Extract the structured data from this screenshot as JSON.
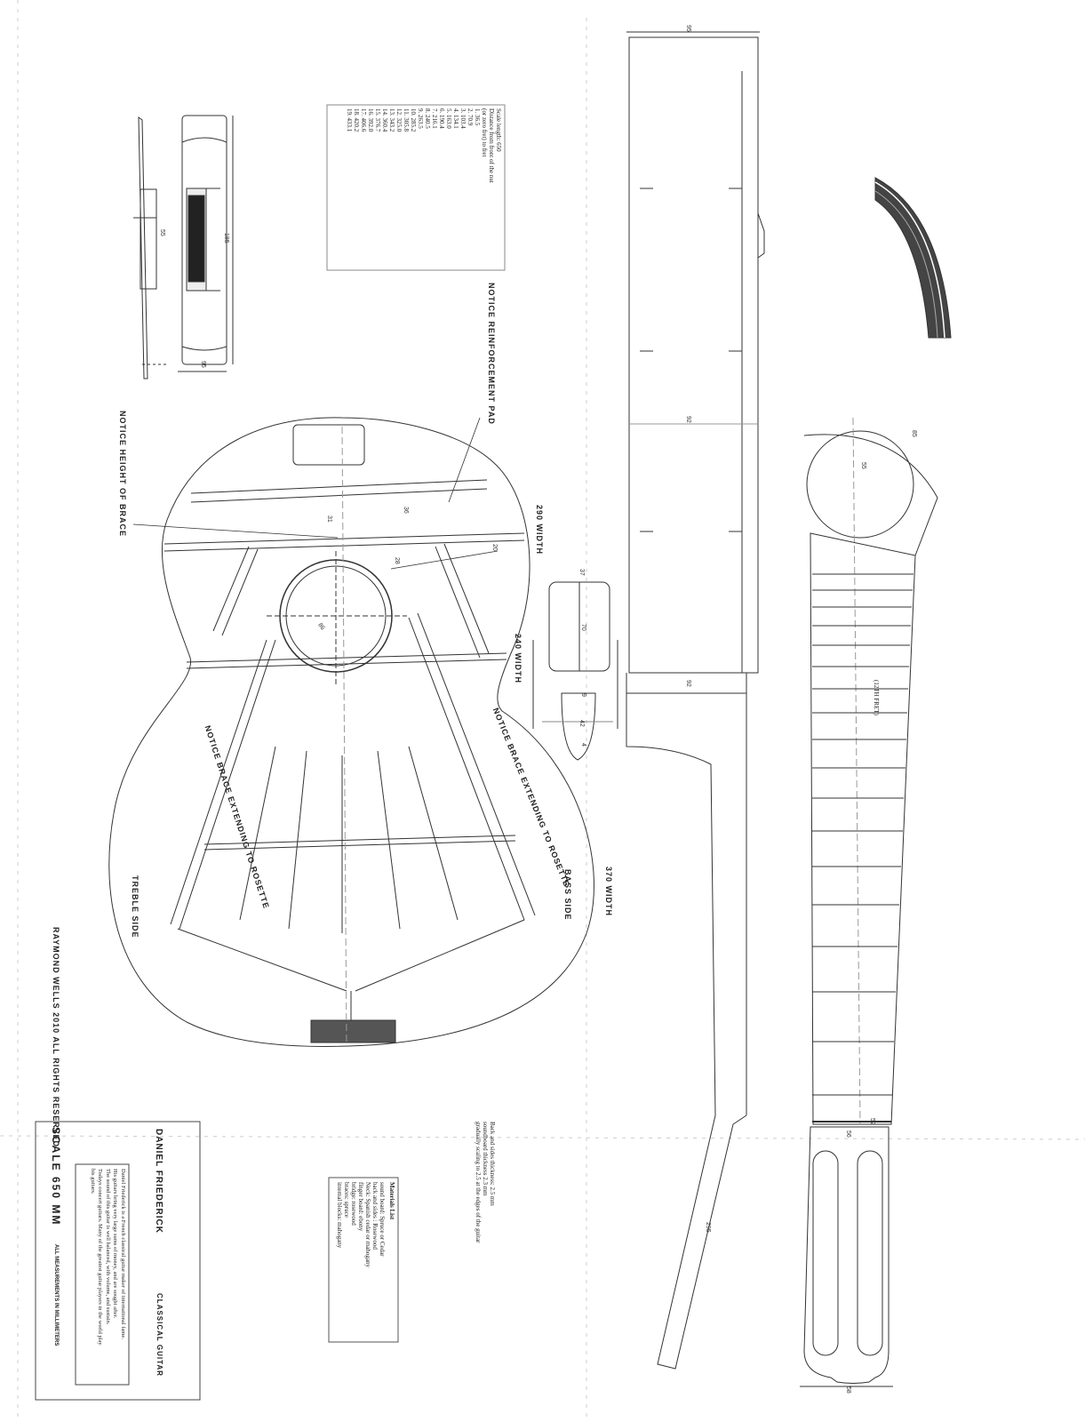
{
  "scale_table": {
    "line1": "Scale length: 650",
    "line2": "Distance from front of the nut",
    "line3": "(or zero fret) to fret",
    "rows": [
      "1.   36.5",
      "2.   70.9",
      "3.   103.4",
      "4.   134.1",
      "5.   163.0",
      "6.   190.4",
      "7.   216.1",
      "8.   240.5",
      "9.   263.5",
      "10.  285.2",
      "11.  305.8",
      "12.  325.0",
      "13.  343.2",
      "14.  360.4",
      "15.  376.7",
      "16.  392.0",
      "17.  406.6",
      "18.  420.2",
      "19.  433.1"
    ]
  },
  "notices": {
    "reinforcement": "NOTICE   REINFORCEMENT PAD",
    "height_brace": "NOTICE    HEIGHT OF BRACE",
    "brace_rosette_bass": "NOTICE   BRACE EXTENDING TO ROSETTE",
    "brace_rosette_treble": "NOTICE   BRACE EXTENDING TO ROSETTE"
  },
  "sides": {
    "bass": "BASS  SIDE",
    "treble": "TREBLE SIDE"
  },
  "widths": {
    "w290": "290  WIDTH",
    "w240": "240  WIDTH",
    "w370": "370  WIDTH"
  },
  "fret_label": "(12TH FRET)",
  "copyright": "RAYMOND  WELLS  2010    ALL RIGHTS  RESERVED",
  "thickness_note": {
    "line1": "Back and sides thickness: 2.5 mm",
    "line2": "soundboard thickness 2.3 mm",
    "line3": "gradually scaling to 2.5 at the edges of the guitar"
  },
  "materials": {
    "title": "Materials List",
    "items": [
      "sound board:     Spruce or Cedar",
      "back and sides :  Rosewood",
      "Neck:             Spanish cedar or mahogany",
      "finger board:      ebony",
      "bridge:             rosewood",
      "braces:             spruce",
      "internal blocks:  mahogany"
    ]
  },
  "title_block": {
    "maker": "DANIEL  FRIEDERICK",
    "type": "CLASSICAL  GUITAR",
    "bio": [
      "Daniel Friederick is a French classical guitar maker of international fame.",
      "His guitars bring very large sums of money, and are sought after.",
      "The sound of this guitar is well balanced, with volume, and sustain.",
      "Todays concert guitars. Many of the greatest guitar players in the world play",
      "his guitars."
    ],
    "scale": "SCALE   650  MM",
    "units": "ALL  MEASUREMENTS  IN  MILLIMETERS"
  },
  "dimensions": {
    "body_top": "95",
    "side_mid": "92",
    "side_neck": "92",
    "neck_bottom": "295",
    "head_width": "56",
    "head_width2": "58",
    "nut": "52",
    "fan": "85",
    "rosette_dia": "55",
    "soundhole": "86",
    "bridge_len": "185",
    "bridge_w": "95",
    "tie": "55",
    "brace_a": "36",
    "brace_b": "20",
    "brace_c": "28",
    "brace_d": "31",
    "heel_a": "37",
    "heel_b": "70",
    "heel_c": "42",
    "heel_d": "9",
    "heel_e": "4"
  }
}
